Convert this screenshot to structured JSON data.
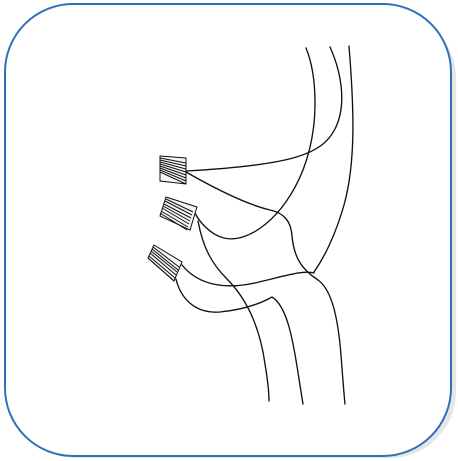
{
  "diagram": {
    "frame": {
      "border_color": "#2f72b9",
      "fill_color": "#ffffff",
      "shadow_color": "#d9d9d9"
    },
    "stroke_color": "#111111",
    "element_names": [
      "right-outer-line",
      "right-inner-line",
      "upper-wire",
      "middle-wire",
      "lower-wire",
      "mid-lower-line",
      "lower-left-line"
    ],
    "connectors": [
      "brush-connector-top",
      "brush-connector-middle",
      "brush-connector-bottom"
    ]
  }
}
